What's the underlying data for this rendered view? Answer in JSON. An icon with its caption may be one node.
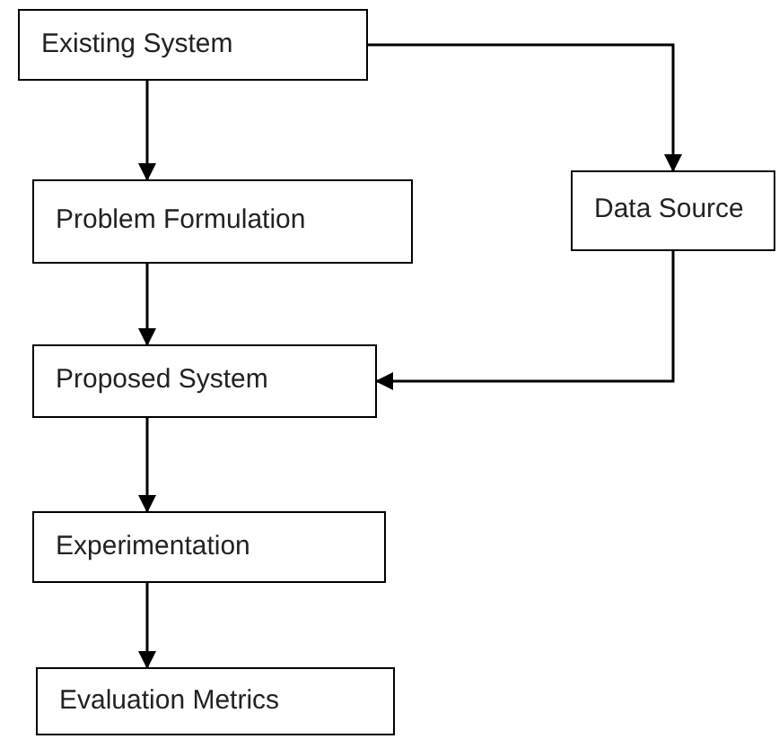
{
  "diagram": {
    "nodes": [
      {
        "text": [
          "Existing System"
        ]
      },
      {
        "text": [
          "Problem Formulation"
        ]
      },
      {
        "text": [
          "Data Source"
        ]
      },
      {
        "text": [
          "Proposed System"
        ]
      },
      {
        "text": [
          "Experimentation"
        ]
      },
      {
        "text": [
          "Evaluation Metrics"
        ]
      }
    ],
    "edges": [
      {
        "from": 0,
        "to": 1,
        "arrow": "to"
      },
      {
        "from": 0,
        "to": 2,
        "arrow": "to"
      },
      {
        "from": 1,
        "to": 3,
        "arrow": "to"
      },
      {
        "from": 2,
        "to": 3,
        "arrow": "to"
      },
      {
        "from": 3,
        "to": 4,
        "arrow": "to"
      },
      {
        "from": 4,
        "to": 5,
        "arrow": "to"
      }
    ]
  }
}
